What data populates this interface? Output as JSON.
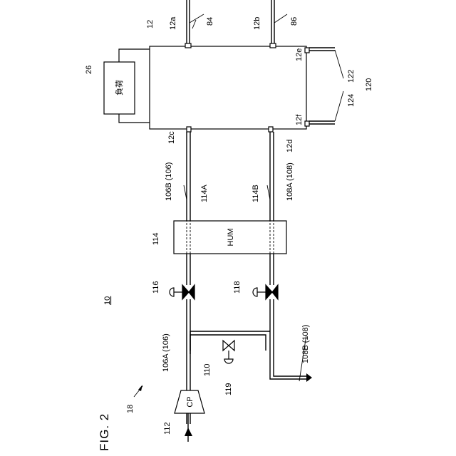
{
  "figure": {
    "title": "FIG. 2",
    "system_ref": "10",
    "fuel_cell_stack": "12",
    "ports": {
      "p12a": "12a",
      "p12b": "12b",
      "p12c": "12c",
      "p12d": "12d",
      "p12e": "12e",
      "p12f": "12f"
    },
    "load": {
      "label": "負荷",
      "ref": "26"
    },
    "lines": {
      "l84": "84",
      "l86": "86",
      "l106B": "106B (106)",
      "l108A": "108A (108)",
      "l106A": "106A (106)",
      "l108B": "108B (108)",
      "l110": "110",
      "l122": "122",
      "l124": "124",
      "l120": "120",
      "l114A": "114A",
      "l114B": "114B"
    },
    "humidifier": {
      "label": "HUM",
      "ref": "114"
    },
    "valves": {
      "v116": "116",
      "v118": "118",
      "v119": "119"
    },
    "compressor": {
      "label": "CP",
      "ref": "112"
    },
    "system_group": "18"
  }
}
